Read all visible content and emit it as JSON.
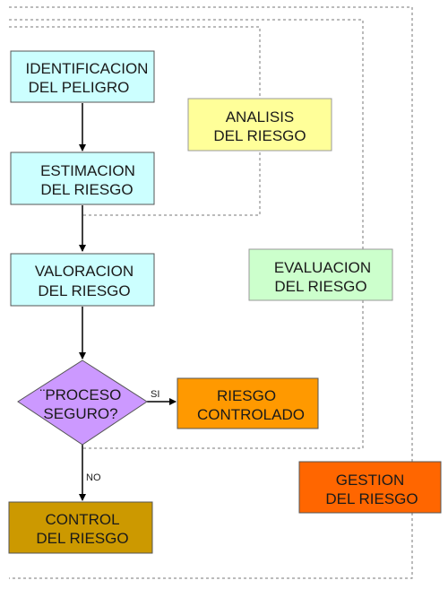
{
  "diagram": {
    "nodes": {
      "identificacion": {
        "lines": [
          "IDENTIFICACION",
          "DEL PELIGRO"
        ],
        "fill": "#ccffff"
      },
      "estimacion": {
        "lines": [
          "ESTIMACION",
          "DEL RIESGO"
        ],
        "fill": "#ccffff"
      },
      "valoracion": {
        "lines": [
          "VALORACION",
          "DEL RIESGO"
        ],
        "fill": "#ccffff"
      },
      "proceso": {
        "lines": [
          "¨PROCESO",
          "SEGURO?"
        ],
        "fill": "#cc99ff"
      },
      "riesgo_controlado": {
        "lines": [
          "RIESGO",
          "CONTROLADO"
        ],
        "fill": "#ff9900"
      },
      "control": {
        "lines": [
          "CONTROL",
          "DEL RIESGO"
        ],
        "fill": "#cc9900"
      },
      "analisis": {
        "lines": [
          "ANALISIS",
          "DEL RIESGO"
        ],
        "fill": "#ffff99"
      },
      "evaluacion": {
        "lines": [
          "EVALUACION",
          "DEL RIESGO"
        ],
        "fill": "#ccffcc"
      },
      "gestion": {
        "lines": [
          "GESTION",
          "DEL RIESGO"
        ],
        "fill": "#ff6600"
      }
    },
    "edges": {
      "si": "SI",
      "no": "NO"
    },
    "colors": {
      "box_stroke": "#555555",
      "dashed_stroke": "#777777",
      "arrow": "#000000"
    }
  }
}
